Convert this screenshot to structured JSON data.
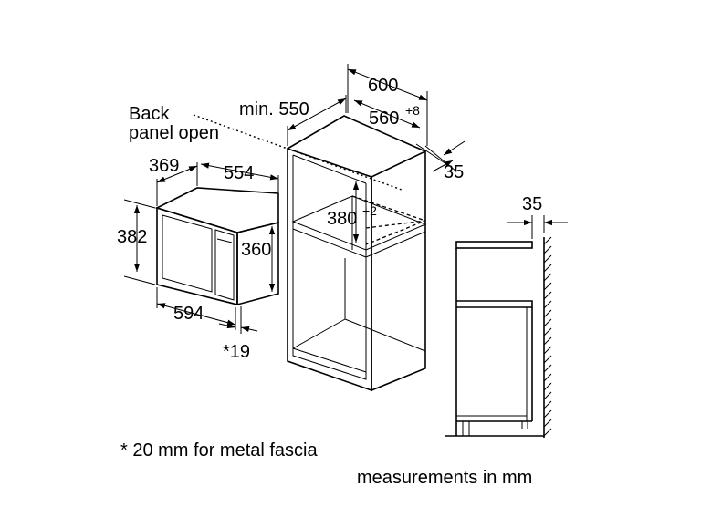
{
  "labels": {
    "back_panel_line1": "Back",
    "back_panel_line2": "panel open",
    "min_550": "min. 550",
    "w600": "600",
    "w560": "560",
    "w560_sup": "+8",
    "d35_right": "35",
    "d369": "369",
    "d554": "554",
    "h382": "382",
    "h360": "360",
    "h380": "380",
    "h380_sup": "+2",
    "w594": "594",
    "d19": "*19",
    "d35_side": "35"
  },
  "notes": {
    "fascia": "* 20 mm for metal fascia",
    "units": "measurements in mm"
  }
}
